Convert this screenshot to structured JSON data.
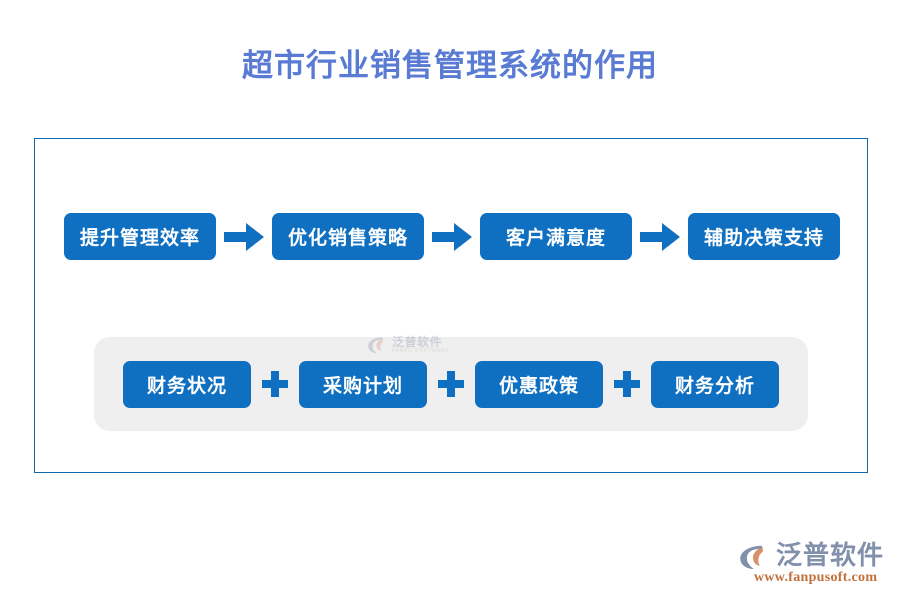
{
  "page": {
    "title": "超市行业销售管理系统的作用",
    "title_color": "#5a7bd4",
    "accent_blue": "#0f6fc0",
    "panel_border_color": "#1169ab",
    "band_color": "#efefef",
    "background": "#ffffff"
  },
  "flow": {
    "steps": [
      {
        "label": "提升管理效率"
      },
      {
        "label": "优化销售策略"
      },
      {
        "label": "客户满意度"
      },
      {
        "label": "辅助决策支持"
      }
    ],
    "connector_icon": "right-arrow-icon"
  },
  "summary": {
    "items": [
      {
        "label": "财务状况"
      },
      {
        "label": "采购计划"
      },
      {
        "label": "优惠政策"
      },
      {
        "label": "财务分析"
      }
    ],
    "separator_icon": "plus-icon"
  },
  "watermark": {
    "name_cn": "泛普软件",
    "name_en": "FANPU SOFTWARE",
    "icon": "fanpu-logo-icon"
  },
  "brand": {
    "name": "泛普软件",
    "url": "www.fanpusoft.com",
    "icon": "fanpu-logo-icon",
    "name_color": "#8190ab",
    "url_color": "#c2703a"
  }
}
